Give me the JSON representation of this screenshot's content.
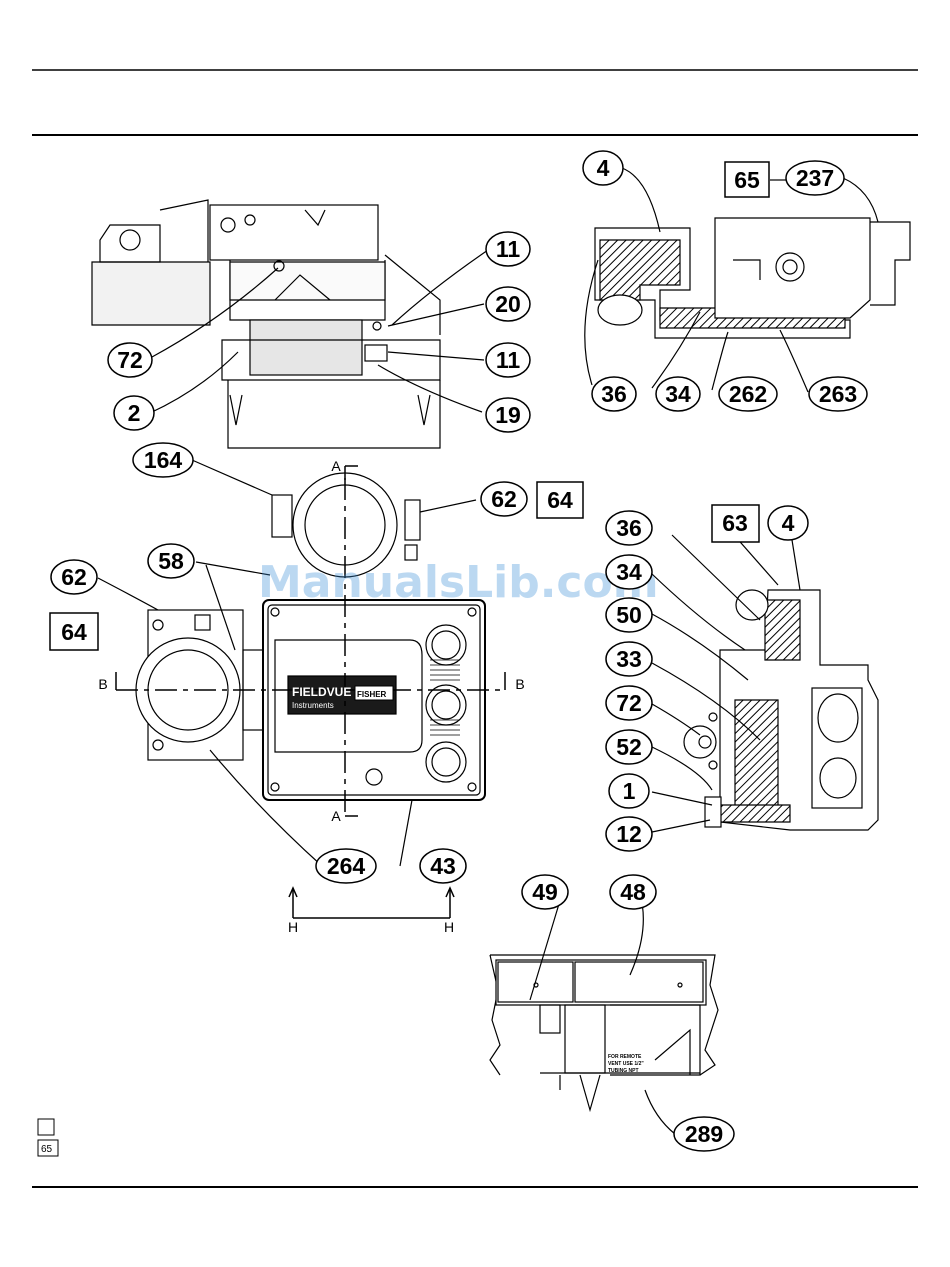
{
  "watermark": "ManualsLib.com",
  "legend": {
    "box1": "",
    "box2": "65"
  },
  "nameplate": {
    "brand": "FIELDVUE",
    "sub": "Instruments",
    "maker": "FISHER"
  },
  "vent_text": {
    "l1": "FOR REMOTE",
    "l2": "VENT USE 1/2\"",
    "l3": "TUBING NPT"
  },
  "sections": {
    "a_top": "A",
    "a_bottom": "A",
    "b_left": "B",
    "b_right": "B",
    "h_left": "H",
    "h_right": "H"
  },
  "callouts": {
    "c4a": "4",
    "c65a": "65",
    "c237": "237",
    "c11a": "11",
    "c20": "20",
    "c11b": "11",
    "c19": "19",
    "c72a": "72",
    "c2": "2",
    "c36a": "36",
    "c34a": "34",
    "c262": "262",
    "c263": "263",
    "c164": "164",
    "c62a": "62",
    "c64a": "64",
    "c58": "58",
    "c62b": "62",
    "c64b": "64",
    "c63": "63",
    "c4b": "4",
    "c36b": "36",
    "c34b": "34",
    "c50": "50",
    "c33": "33",
    "c72b": "72",
    "c52": "52",
    "c1": "1",
    "c12": "12",
    "c264": "264",
    "c43": "43",
    "c49": "49",
    "c48": "48",
    "c289": "289"
  }
}
